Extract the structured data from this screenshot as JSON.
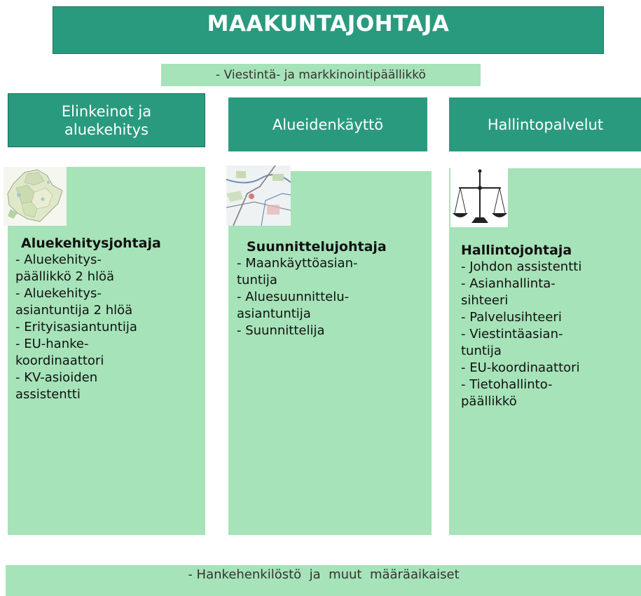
{
  "top": {
    "title": "MAAKUNTAJOHTAJA"
  },
  "communications": {
    "text": "- Viestintä- ja markkinointipäällikkö"
  },
  "columns": [
    {
      "heading": [
        "Elinkeinot ja",
        "aluekehitys"
      ],
      "image_icon": "map-icon",
      "leader": "Aluekehitysjohtaja",
      "items": [
        "- Aluekehitys-",
        "päällikkö  2 hlöä",
        "- Aluekehitys-",
        "asiantuntija  2 hlöä",
        "- Erityisasiantuntija",
        "- EU-hanke-",
        "koordinaattori",
        "- KV-asioiden",
        "assistentti"
      ]
    },
    {
      "heading": [
        "Alueidenkäyttö"
      ],
      "image_icon": "planning-map-icon",
      "leader": "Suunnittelujohtaja",
      "items": [
        "- Maankäyttöasian-",
        "tuntija",
        "- Aluesuunnittelu-",
        "asiantuntija",
        "- Suunnittelija"
      ]
    },
    {
      "heading": [
        "Hallintopalvelut"
      ],
      "image_icon": "scales-icon",
      "leader": "Hallintojohtaja",
      "items": [
        "- Johdon assistentti",
        "- Asianhallinta-",
        "sihteeri",
        "- Palvelusihteeri",
        "- Viestintäasian-",
        "tuntija",
        "- EU-koordinaattori",
        "- Tietohallinto-",
        "päällikkö"
      ]
    }
  ],
  "bottom": {
    "text": "- Hankehenkilöstö  ja  muut  määräaikaiset"
  },
  "colors": {
    "teal": "#2a9a7e",
    "mint": "#a6e3b8"
  }
}
